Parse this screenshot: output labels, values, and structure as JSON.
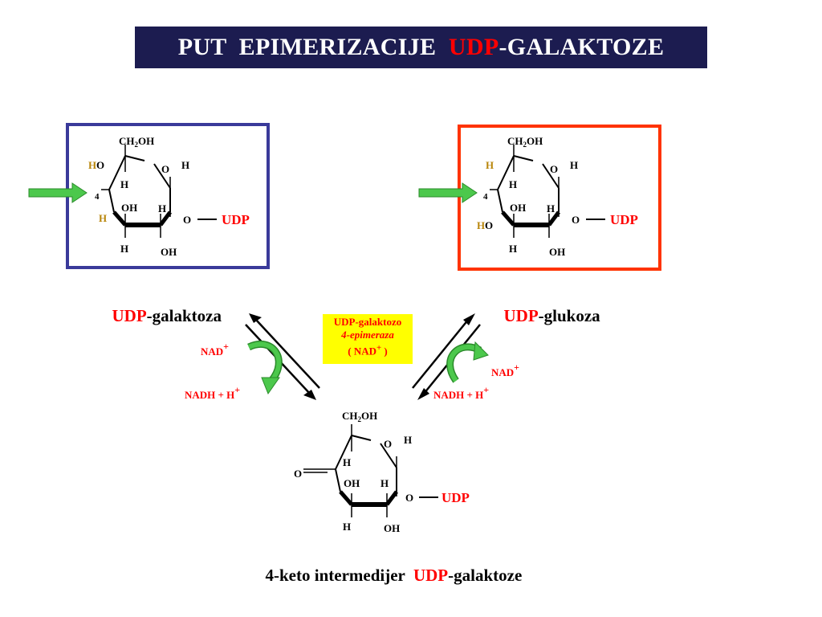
{
  "title": {
    "prefix": "PUT  EPIMERIZACIJE  ",
    "udp": "UDP",
    "suffix": "-GALAKTOZE"
  },
  "colors": {
    "banner": "#1c1c50",
    "galactose_box": "#3a3a9a",
    "glucose_box": "#ff3300",
    "arrow_green": "#4cc84c",
    "highlight_h": "#b8860b",
    "red": "#ff0000",
    "enzyme_bg": "#ffff00"
  },
  "molecules": {
    "galactose": {
      "ch2oh": "CH2OH",
      "o_ring": "O",
      "h_c1": "H",
      "h_top": "H",
      "h_top_letter": "H",
      "o_top_letter": "O",
      "c4_label": "4",
      "h_c3": "H",
      "oh_c3": "OH",
      "h_c2": "H",
      "o_link": "O",
      "udp": "UDP",
      "h_bottom_left": "H",
      "h_c3_low": "H",
      "oh_c2": "OH"
    },
    "glucose": {
      "ch2oh": "CH2OH",
      "o_ring": "O",
      "h_c1": "H",
      "h_top": "H",
      "c4_label": "4",
      "h_c3": "H",
      "oh_c3": "OH",
      "h_c2": "H",
      "o_link": "O",
      "udp": "UDP",
      "ho_h": "H",
      "ho_o": "O",
      "h_c3_low": "H",
      "oh_c2": "OH"
    },
    "keto": {
      "ch2oh": "CH2OH",
      "o_ring": "O",
      "h_c1": "H",
      "h_c5": "H",
      "o_keto": "O",
      "oh_c3": "OH",
      "h_c2": "H",
      "o_link": "O",
      "udp": "UDP",
      "h_c3_low": "H",
      "oh_c2": "OH"
    }
  },
  "captions": {
    "galactose": {
      "udp": "UDP",
      "suffix": "-galaktoza"
    },
    "glucose": {
      "udp": "UDP",
      "suffix": "-glukoza"
    },
    "keto": {
      "prefix": "4-keto intermedijer  ",
      "udp": "UDP",
      "suffix": "-galaktoze"
    }
  },
  "enzyme": {
    "line1": "UDP-galaktozo",
    "line2": "4-epimeraza",
    "line3": "( NAD",
    "line3_sup": "+",
    "line3_end": " )"
  },
  "cofactors": {
    "left_nad": "NAD",
    "left_nad_sup": "+",
    "left_nadh": "NADH + H",
    "left_nadh_sup": "+",
    "right_nad": "NAD",
    "right_nad_sup": "+",
    "right_nadh": "NADH + H",
    "right_nadh_sup": "+"
  }
}
